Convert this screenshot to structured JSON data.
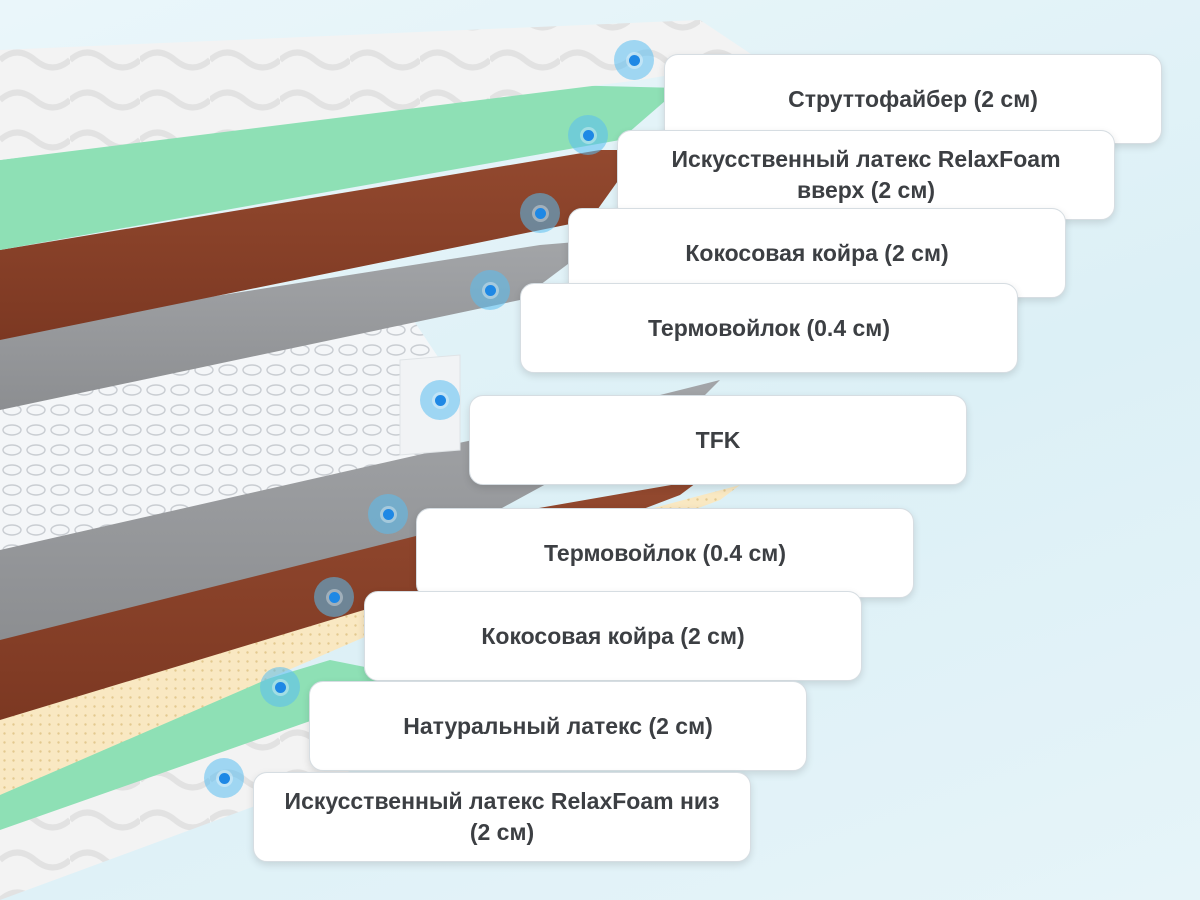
{
  "colors": {
    "background": "#e3f3f8",
    "cover": "#f3f3f3",
    "relaxfoam_latex": "#8ee0b5",
    "coconut_coir": "#8a4028",
    "thermo_felt": "#9a9c9f",
    "springs": "#f4f6f8",
    "natural_latex": "#f9e8c2",
    "marker": "#1e88e5",
    "label_text": "#3c3f43"
  },
  "layers": [
    {
      "id": "struttofiber",
      "label": "Струттофайбер (2 см)",
      "marker_icon": "blue-dot-marker"
    },
    {
      "id": "relaxfoam_top",
      "label": "Искусственный латекс RelaxFoam вверх (2 см)",
      "marker_icon": "blue-dot-marker"
    },
    {
      "id": "coir_top",
      "label": "Кокосовая койра (2 см)",
      "marker_icon": "blue-dot-marker"
    },
    {
      "id": "felt_top",
      "label": "Термовойлок (0.4 см)",
      "marker_icon": "blue-dot-marker"
    },
    {
      "id": "tfk",
      "label": "TFK",
      "marker_icon": "blue-dot-marker"
    },
    {
      "id": "felt_bottom",
      "label": "Термовойлок (0.4 см)",
      "marker_icon": "blue-dot-marker"
    },
    {
      "id": "coir_bottom",
      "label": "Кокосовая койра (2 см)",
      "marker_icon": "blue-dot-marker"
    },
    {
      "id": "natural_latex",
      "label": "Натуральный латекс (2 см)",
      "marker_icon": "blue-dot-marker"
    },
    {
      "id": "relaxfoam_bottom",
      "label": "Искусственный латекс RelaxFoam низ (2 см)",
      "marker_icon": "blue-dot-marker"
    }
  ]
}
